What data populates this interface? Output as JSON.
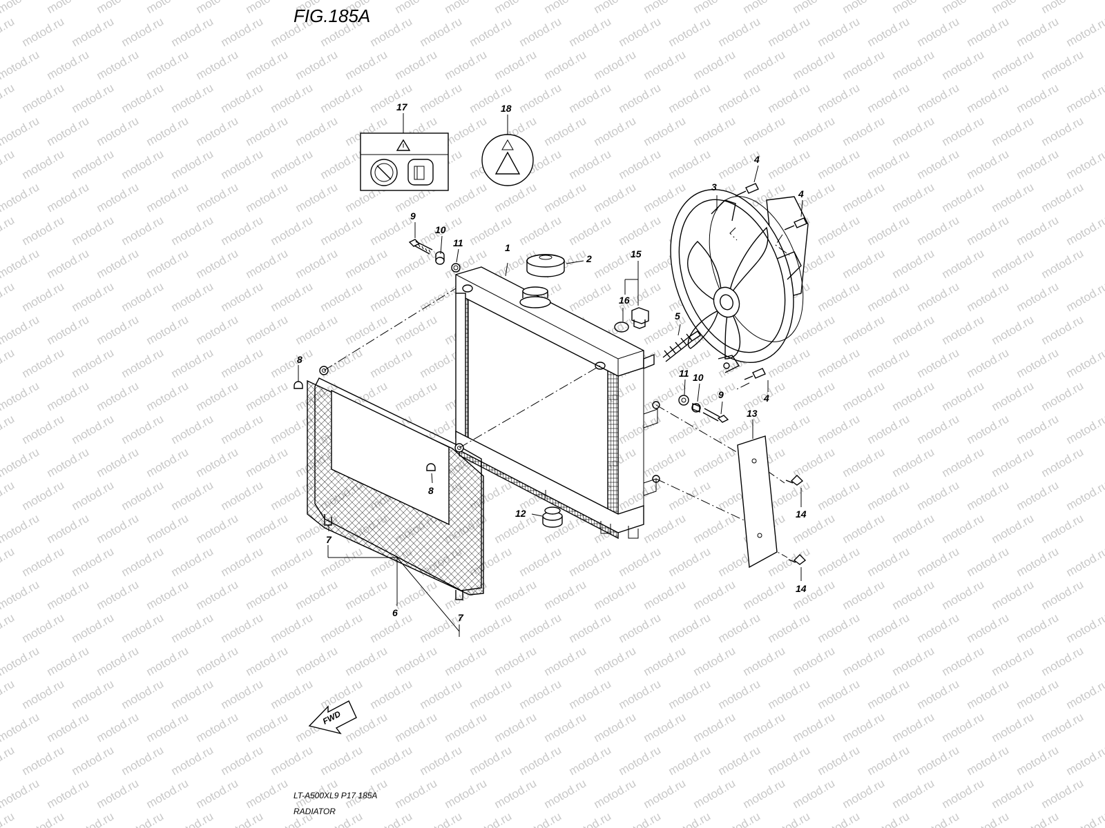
{
  "figure": {
    "title": "FIG.185A",
    "model_code": "LT-A500XL9  P17  185A",
    "section_name": "RADIATOR",
    "watermark": "motod.ru",
    "forward_label": "FWD"
  },
  "callouts": {
    "c1": "1",
    "c2": "2",
    "c3": "3",
    "c4a": "4",
    "c4b": "4",
    "c4c": "4",
    "c5": "5",
    "c6": "6",
    "c7a": "7",
    "c7b": "7",
    "c8a": "8",
    "c8b": "8",
    "c9a": "9",
    "c9b": "9",
    "c10a": "10",
    "c10b": "10",
    "c11a": "11",
    "c11b": "11",
    "c12": "12",
    "c13": "13",
    "c14a": "14",
    "c14b": "14",
    "c15": "15",
    "c16": "16",
    "c17": "17",
    "c18": "18"
  },
  "colors": {
    "line": "#000000",
    "watermark": "#c8c8c8",
    "background": "#ffffff"
  }
}
